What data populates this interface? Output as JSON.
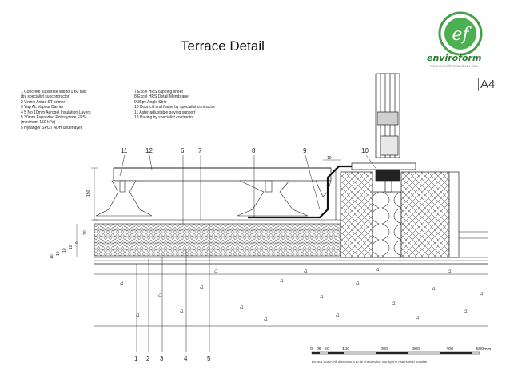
{
  "title": "Terrace Detail",
  "logo": {
    "wordmark": "enviroform",
    "url": "www.enviroformsolutions.com",
    "letters": "ef"
  },
  "sheet_size": "A4",
  "notes_left": [
    "1   Concrete substrate laid to 1:60 falls",
    "     (by specialist subcontractor)",
    "2   Vernis Antac ST primer",
    "3   Vap AL Vapour Barrier",
    "4   5 No 10mm Aerogel Insulation Layers",
    "5   30mm Expanded Polystyrene EPS",
    "     (minimum 150 kPa)",
    "5   Hyranger SPOT ADH underlayer"
  ],
  "notes_right": [
    "7   Excel HRS capping sheet",
    "8   Excel HRS Detail Membrane",
    "9   35pv Angle Strip",
    "10  Door cill and frame by specialist contractor",
    "11  Aster adjustable paving support",
    "12  Paving by specialist contractor"
  ],
  "top_tags": [
    "11",
    "12",
    "6",
    "7",
    "8",
    "9",
    "10"
  ],
  "bottom_tags": [
    "1",
    "2",
    "3",
    "4",
    "5"
  ],
  "dimensions": {
    "height_label": "150",
    "small_30": "30",
    "small_10": "10",
    "left_stack": [
      "10",
      "10",
      "10",
      "10",
      "10"
    ]
  },
  "scale_bar": {
    "ticks": [
      "0",
      "25",
      "50",
      "100",
      "200",
      "300",
      "400",
      "500mm"
    ]
  },
  "disclaimer": "Do Not Scale. All dimensions to be checked on site by the Astershield Installer"
}
